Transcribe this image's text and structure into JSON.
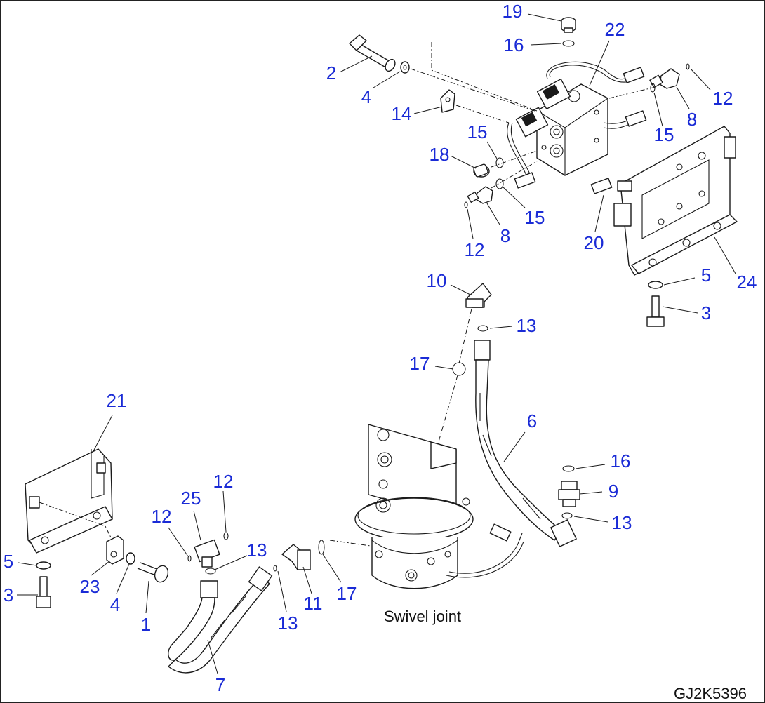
{
  "callouts": [
    "19",
    "16",
    "22",
    "2",
    "4",
    "14",
    "12",
    "8",
    "15",
    "15",
    "18",
    "15",
    "8",
    "12",
    "20",
    "24",
    "5",
    "3",
    "10",
    "13",
    "17",
    "6",
    "16",
    "9",
    "13",
    "21",
    "12",
    "25",
    "12",
    "13",
    "5",
    "3",
    "23",
    "4",
    "1",
    "13",
    "11",
    "17",
    "7"
  ],
  "caption": "Swivel joint",
  "drawing_code": "GJ2K5396",
  "colors": {
    "callout": "#1a2bd6",
    "line": "#1a1a1a",
    "background": "#ffffff"
  }
}
